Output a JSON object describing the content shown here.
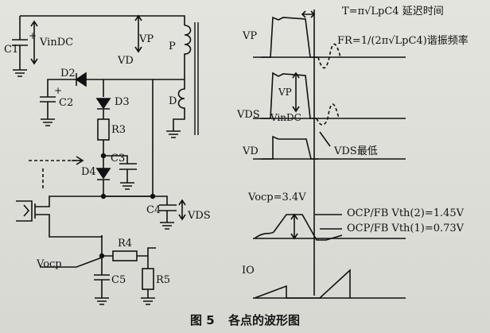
{
  "circuit": {
    "components": {
      "c1": "C1",
      "c2": "C2",
      "c3": "C3",
      "c4": "C4",
      "c5": "C5",
      "d2": "D2",
      "d3": "D3",
      "d4": "D4",
      "r3": "R3",
      "r4": "R4",
      "r5": "R5",
      "p": "P",
      "d": "D"
    },
    "signals": {
      "vin_dc": "VinDC",
      "vp": "VP",
      "vd": "VD",
      "vds": "VDS",
      "vocp": "Vocp",
      "plus": "+"
    }
  },
  "waveforms": {
    "row_labels": [
      "VP",
      "VDS",
      "VD",
      "IO"
    ],
    "annotations": {
      "delay": "T=π√LpC4 延迟时间",
      "resonant": "FR=1/(2π√LpC4)谐振频率",
      "vp_inner": "VP",
      "vindc_inner": "VinDC",
      "vds_min": "VDS最低",
      "vocp_level": "Vocp=3.4V",
      "ocp_vth2": "OCP/FB Vth(2)=1.45V",
      "ocp_vth1": "OCP/FB Vth(1)=0.73V"
    }
  },
  "caption": {
    "figure_no": "图 5",
    "title": "各点的波形图"
  }
}
